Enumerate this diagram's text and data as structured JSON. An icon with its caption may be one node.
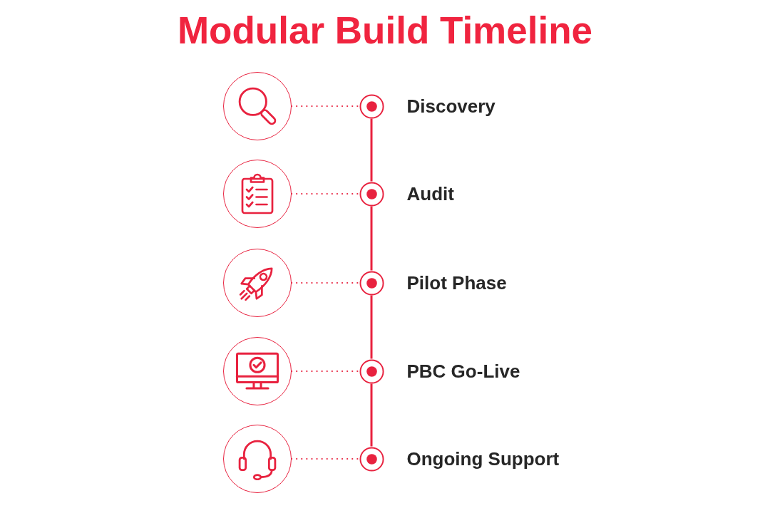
{
  "diagram": {
    "title": "Modular Build Timeline",
    "nodes": [
      {
        "text": [],
        "shape": "picture"
      },
      {
        "text": [],
        "shape": "circle",
        "beside": [
          "Discovery"
        ]
      },
      {
        "text": [],
        "shape": "picture"
      },
      {
        "text": [],
        "shape": "circle",
        "beside": [
          "Audit"
        ]
      },
      {
        "text": [],
        "shape": "picture"
      },
      {
        "text": [],
        "shape": "circle",
        "beside": [
          "Pilot Phase"
        ]
      },
      {
        "text": [],
        "shape": "picture"
      },
      {
        "text": [],
        "shape": "circle",
        "beside": [
          "PBC Go-Live"
        ]
      },
      {
        "text": [],
        "shape": "picture"
      },
      {
        "text": [],
        "shape": "circle",
        "beside": [
          "Ongoing Support"
        ]
      }
    ],
    "edges": [
      {
        "from": 0,
        "to": 1,
        "arrow": "none",
        "style": "dashed"
      },
      {
        "from": 1,
        "to": 3,
        "arrow": "none"
      },
      {
        "from": 2,
        "to": 3,
        "arrow": "none",
        "style": "dashed"
      },
      {
        "from": 3,
        "to": 5,
        "arrow": "none"
      },
      {
        "from": 4,
        "to": 5,
        "arrow": "none",
        "style": "dashed"
      },
      {
        "from": 5,
        "to": 7,
        "arrow": "none"
      },
      {
        "from": 6,
        "to": 7,
        "arrow": "none",
        "style": "dashed"
      },
      {
        "from": 7,
        "to": 9,
        "arrow": "none"
      },
      {
        "from": 8,
        "to": 9,
        "arrow": "none",
        "style": "dashed"
      }
    ]
  }
}
